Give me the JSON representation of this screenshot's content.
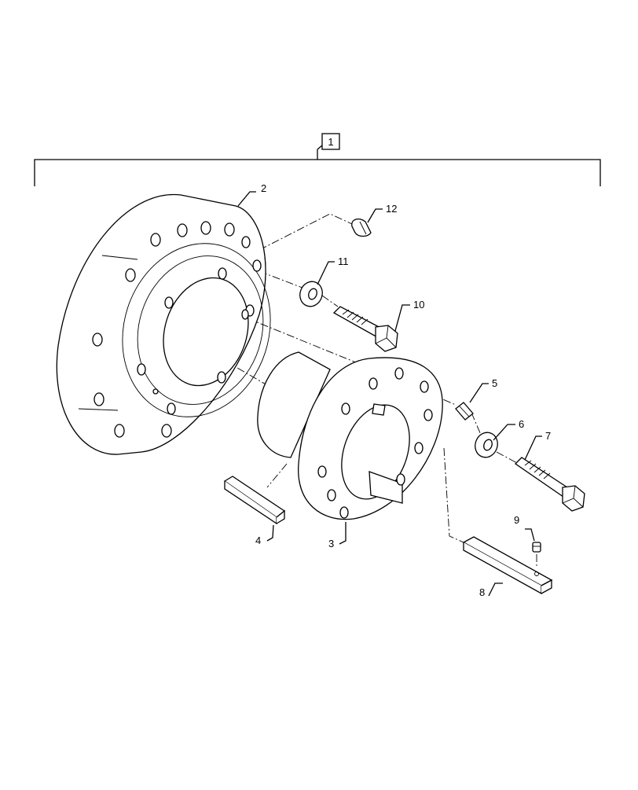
{
  "assembly_label": "1",
  "callouts": [
    {
      "id": "2",
      "text": "2"
    },
    {
      "id": "3",
      "text": "3"
    },
    {
      "id": "4",
      "text": "4"
    },
    {
      "id": "5",
      "text": "5"
    },
    {
      "id": "6",
      "text": "6"
    },
    {
      "id": "7",
      "text": "7"
    },
    {
      "id": "8",
      "text": "8"
    },
    {
      "id": "9",
      "text": "9"
    },
    {
      "id": "10",
      "text": "10"
    },
    {
      "id": "11",
      "text": "11"
    },
    {
      "id": "12",
      "text": "12"
    }
  ]
}
